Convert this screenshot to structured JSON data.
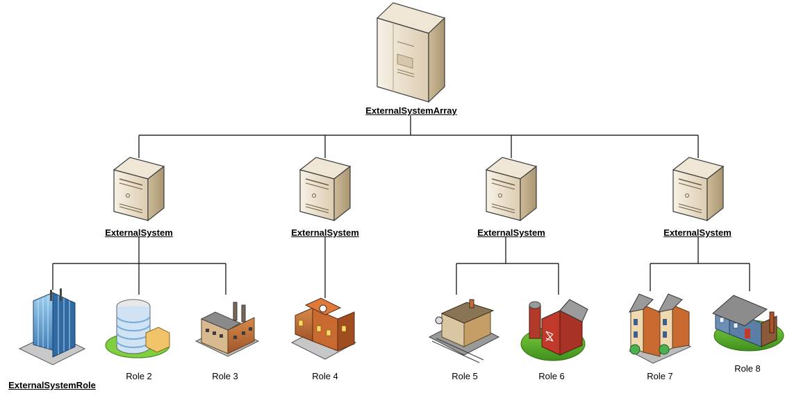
{
  "root": {
    "label": "ExternalSystemArray",
    "icon": "server-cabinet-icon"
  },
  "systems": [
    {
      "label": "ExternalSystem",
      "icon": "server-tower-icon"
    },
    {
      "label": "ExternalSystem",
      "icon": "server-tower-icon"
    },
    {
      "label": "ExternalSystem",
      "icon": "server-tower-icon"
    },
    {
      "label": "ExternalSystem",
      "icon": "server-tower-icon"
    }
  ],
  "roles": [
    {
      "label": "ExternalSystemRole",
      "icon": "office-tower-icon"
    },
    {
      "label": "Role 2",
      "icon": "round-office-building-icon"
    },
    {
      "label": "Role 3",
      "icon": "factory-icon"
    },
    {
      "label": "Role 4",
      "icon": "school-building-icon"
    },
    {
      "label": "Role 5",
      "icon": "train-station-icon"
    },
    {
      "label": "Role 6",
      "icon": "barn-icon"
    },
    {
      "label": "Role 7",
      "icon": "townhouses-icon"
    },
    {
      "label": "Role 8",
      "icon": "house-icon"
    }
  ],
  "colors": {
    "server_light": "#efe6d6",
    "server_mid": "#d8c8ab",
    "server_dark": "#a4916f",
    "line": "#000000"
  }
}
